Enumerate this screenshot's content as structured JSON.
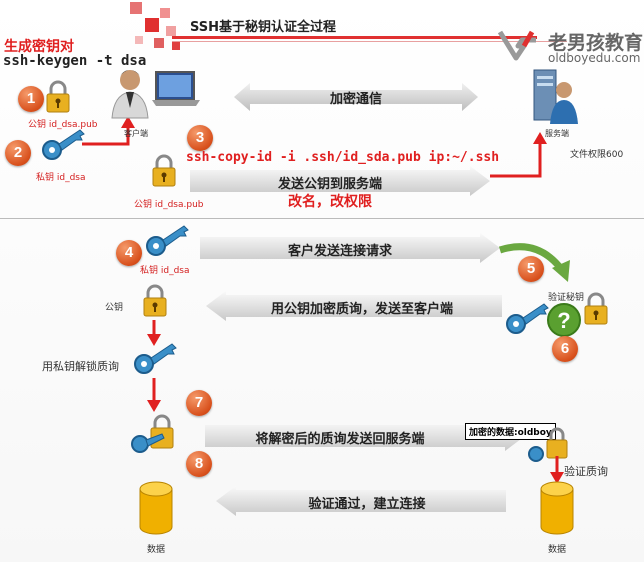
{
  "header": {
    "title": "SSH基于秘钥认证全过程",
    "brand_name": "老男孩教育",
    "brand_url": "oldboyedu.com"
  },
  "keygen": {
    "title": "生成密钥对",
    "command": "ssh-keygen -t dsa"
  },
  "steps": [
    "1",
    "2",
    "3",
    "4",
    "5",
    "6",
    "7",
    "8"
  ],
  "labels": {
    "pubkey_file": "公钥  id_dsa.pub",
    "privkey_file": "私钥  id_dsa",
    "client": "客户端",
    "server": "服务端",
    "file_perm": "文件权限600",
    "pubkey_file2": "公钥  id_dsa.pub",
    "privkey_file2": "私钥  id_dsa",
    "verify_key": "验证秘钥",
    "pubkey": "公钥",
    "decrypt_with_priv": "用私钥解锁质询",
    "verify_challenge": "验证质询",
    "encrypted_data": "加密的数据:oldboy",
    "data_left": "数据",
    "data_right": "数据"
  },
  "copy_cmd": "ssh-copy-id -i .ssh/id_sda.pub ip:~/.ssh",
  "rename_note": "改名，改权限",
  "arrows": {
    "encrypted_comm": "加密通信",
    "send_pubkey": "发送公钥到服务端",
    "send_conn_request": "客户发送连接请求",
    "encrypt_challenge": "用公钥加密质询，发送至客户端",
    "send_decrypted": "将解密后的质询发送回服务端",
    "verify_ok": "验证通过，建立连接"
  },
  "colors": {
    "accent_red": "#e02020",
    "step_orange": "#d8501c",
    "key_blue": "#3a8fc8",
    "lock_gold": "#e8b020",
    "db_gold": "#f0b000",
    "arrow_gray": "#d6d6d6",
    "verify_green": "#5aa030"
  },
  "icons": [
    "lock-icon",
    "key-icon",
    "user-laptop-icon",
    "server-user-icon",
    "database-icon",
    "question-icon"
  ]
}
